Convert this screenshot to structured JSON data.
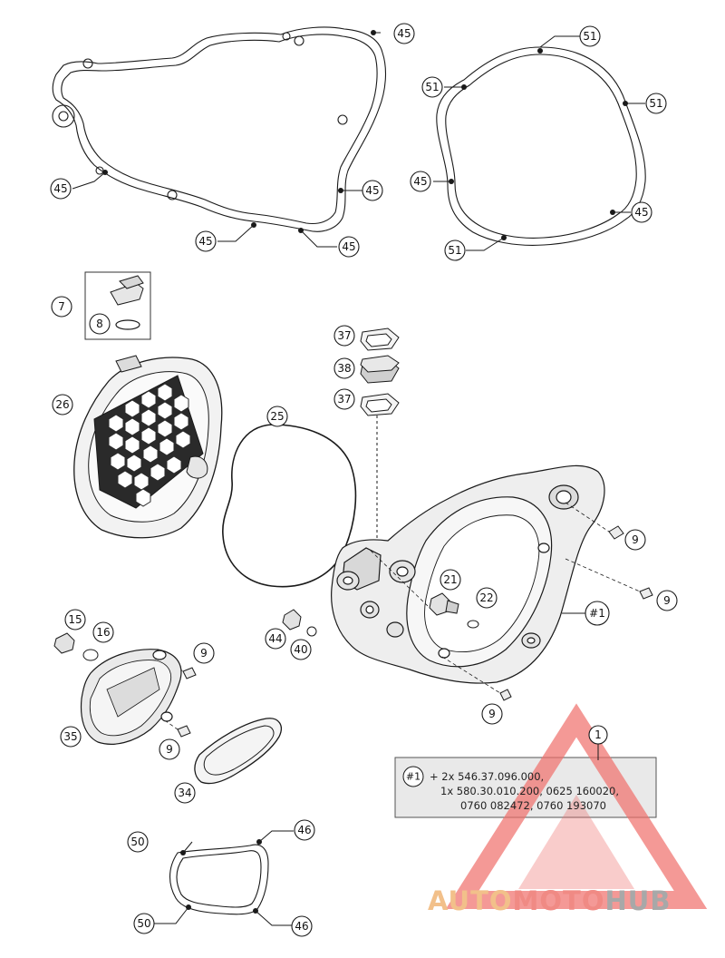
{
  "callouts": {
    "c45a": "45",
    "c45b": "45",
    "c45c": "45",
    "c45d": "45",
    "c45e": "45",
    "c45f": "45",
    "c45g": "45",
    "c51a": "51",
    "c51b": "51",
    "c51c": "51",
    "c51d": "51",
    "c7": "7",
    "c8": "8",
    "c26": "26",
    "c25": "25",
    "c37a": "37",
    "c38": "38",
    "c37b": "37",
    "c9a": "9",
    "c9b": "9",
    "c9c": "9",
    "c9d": "9",
    "c9e": "9",
    "c21": "21",
    "c22": "22",
    "c1hash": "#1",
    "c15": "15",
    "c16": "16",
    "c44": "44",
    "c40": "40",
    "c35": "35",
    "c34": "34",
    "c1": "1",
    "c50a": "50",
    "c50b": "50",
    "c46a": "46",
    "c46b": "46"
  },
  "note": {
    "tag": "#1",
    "line1": "+ 2x 546.37.096.000,",
    "line2": "1x 580.30.010.200, 0625 160020,",
    "line3": "0760 082472, 0760 193070"
  },
  "watermark": {
    "word_a": "AUTO",
    "word_b": "MOTO",
    "word_c": "HUB",
    "color_a": "#f2c08a",
    "color_b": "#f08a84",
    "color_c": "#a8a8a8",
    "triangle_color": "#ef6e6a"
  },
  "colors": {
    "line": "#1a1a1a",
    "part_fill": "#f0f0f0",
    "note_bg": "#e9e9e9"
  }
}
